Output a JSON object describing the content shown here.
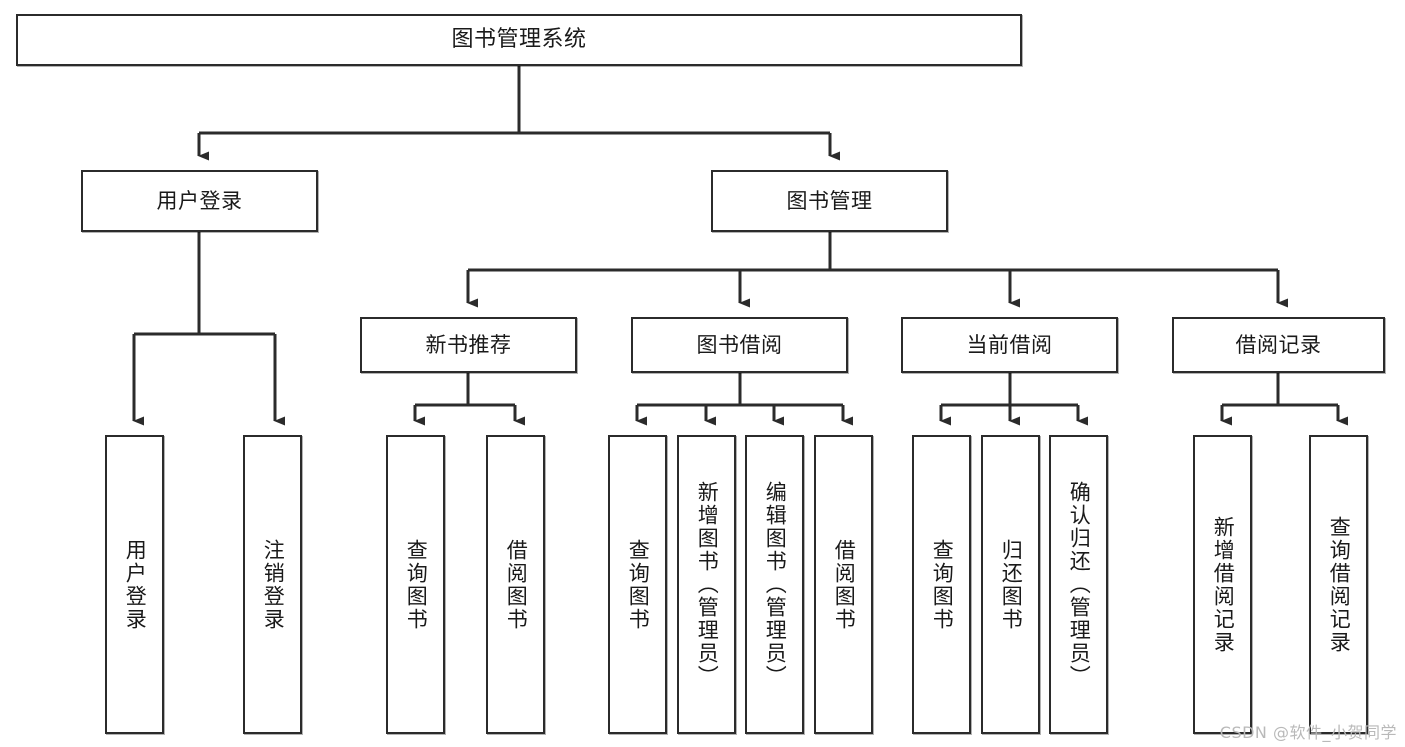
{
  "diagram": {
    "title": "图书管理系统",
    "type": "tree",
    "watermark": "CSDN @软件_小贺同学",
    "colors": {
      "box_border": "#2b2b2b",
      "box_fill": "#ffffff",
      "connector": "#333333",
      "text": "#1a1a1a",
      "watermark": "#b9b9b9"
    },
    "levels": {
      "root": "图书管理系统",
      "level2": [
        "用户登录",
        "图书管理"
      ],
      "level3": [
        "新书推荐",
        "图书借阅",
        "当前借阅",
        "借阅记录"
      ]
    },
    "nodes": {
      "root": {
        "label": "图书管理系统"
      },
      "user_login": {
        "label": "用户登录"
      },
      "book_manage": {
        "label": "图书管理"
      },
      "new_book_rec": {
        "label": "新书推荐"
      },
      "book_borrow": {
        "label": "图书借阅"
      },
      "current_borrow": {
        "label": "当前借阅"
      },
      "borrow_record": {
        "label": "借阅记录"
      },
      "leaf_user_login": {
        "label": "用户登录"
      },
      "leaf_logout": {
        "label": "注销登录"
      },
      "leaf_query_book_1": {
        "label": "查询图书"
      },
      "leaf_borrow_book_1": {
        "label": "借阅图书"
      },
      "leaf_query_book_2": {
        "label": "查询图书"
      },
      "leaf_add_book": {
        "label": "新增图书（管理员）"
      },
      "leaf_edit_book": {
        "label": "编辑图书（管理员）"
      },
      "leaf_borrow_book_2": {
        "label": "借阅图书"
      },
      "leaf_query_book_3": {
        "label": "查询图书"
      },
      "leaf_return_book": {
        "label": "归还图书"
      },
      "leaf_confirm_return": {
        "label": "确认归还（管理员）"
      },
      "leaf_add_record": {
        "label": "新增借阅记录"
      },
      "leaf_query_record": {
        "label": "查询借阅记录"
      }
    }
  }
}
